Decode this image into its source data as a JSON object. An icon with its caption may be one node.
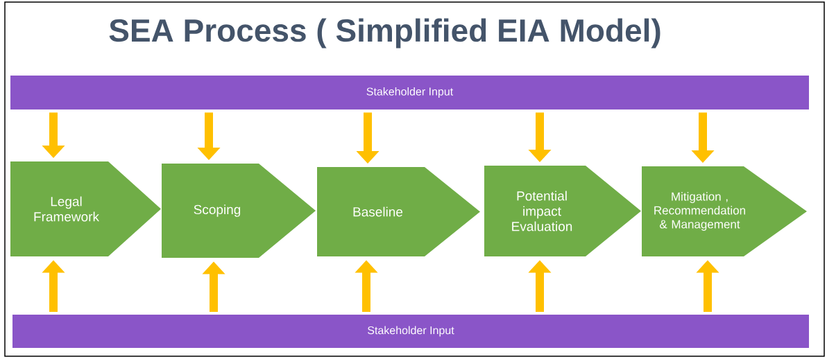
{
  "diagram": {
    "title": "SEA Process ( Simplified EIA Model)",
    "nodes": [
      {
        "text": [
          "Stakeholder Input"
        ]
      },
      {
        "text": [
          "Legal Framework"
        ]
      },
      {
        "text": [
          "Scoping"
        ]
      },
      {
        "text": [
          "Baseline"
        ]
      },
      {
        "text": [
          "Potential impact Evaluation"
        ]
      },
      {
        "text": [
          "Mitigation , Recommendation & Management"
        ]
      },
      {
        "text": [
          "Stakeholder Input"
        ]
      }
    ],
    "edges": [
      {
        "from": 0,
        "to": 1,
        "arrow": "to"
      },
      {
        "from": 0,
        "to": 2,
        "arrow": "to"
      },
      {
        "from": 0,
        "to": 3,
        "arrow": "to"
      },
      {
        "from": 0,
        "to": 4,
        "arrow": "to"
      },
      {
        "from": 0,
        "to": 5,
        "arrow": "to"
      },
      {
        "from": 6,
        "to": 1,
        "arrow": "to"
      },
      {
        "from": 6,
        "to": 2,
        "arrow": "to"
      },
      {
        "from": 6,
        "to": 3,
        "arrow": "to"
      },
      {
        "from": 6,
        "to": 4,
        "arrow": "to"
      },
      {
        "from": 6,
        "to": 5,
        "arrow": "to"
      }
    ]
  }
}
